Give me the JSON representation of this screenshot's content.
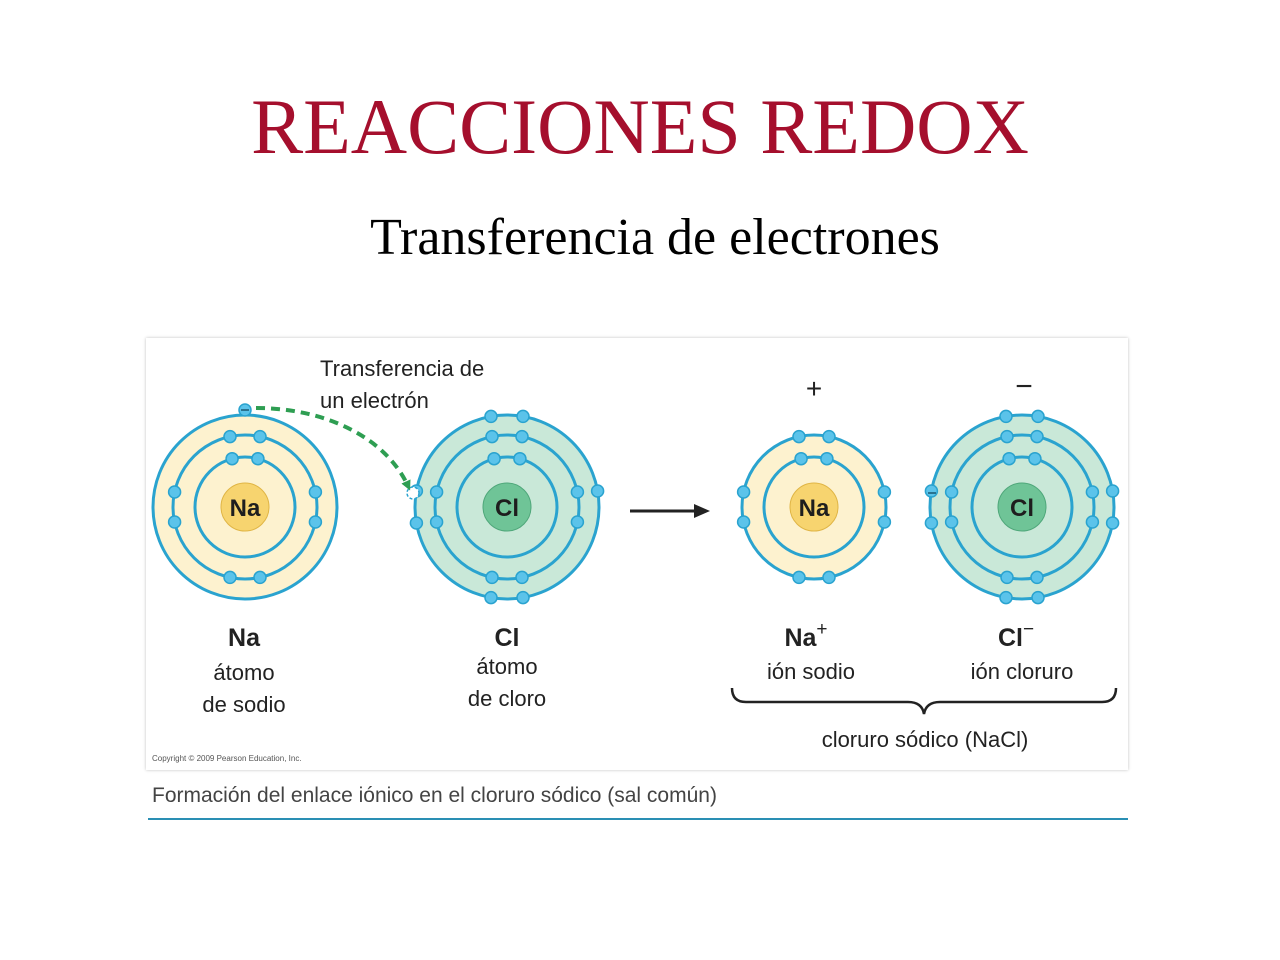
{
  "slide": {
    "title": "REACCIONES REDOX",
    "subtitle": "Transferencia de electrones"
  },
  "figure": {
    "transfer_label_line1": "Transferencia de",
    "transfer_label_line2": "un electrón",
    "copyright": "Copyright © 2009 Pearson Education, Inc.",
    "na_atom": {
      "nucleus": "Na",
      "symbol": "Na",
      "desc_line1": "átomo",
      "desc_line2": "de sodio"
    },
    "cl_atom": {
      "nucleus": "Cl",
      "symbol": "Cl",
      "desc_line1": "átomo",
      "desc_line2": "de cloro"
    },
    "na_ion": {
      "nucleus": "Na",
      "symbol": "Na",
      "charge": "+",
      "charge_top": "+",
      "desc": "ión sodio"
    },
    "cl_ion": {
      "nucleus": "Cl",
      "symbol": "Cl",
      "charge": "−",
      "charge_top": "−",
      "desc": "ión cloruro"
    },
    "compound": "cloruro sódico (NaCl)"
  },
  "caption": "Formación del enlace iónico en el cloruro sódico (sal común)",
  "colors": {
    "title": "#a50f2d",
    "shell": "#2aa3cf",
    "electron": "#5bc3ea",
    "na_fill": "#fdf2cf",
    "na_nucleus": "#f7d46f",
    "cl_fill": "#c9e8d8",
    "cl_nucleus": "#6fc497",
    "transfer_arrow": "#2e9e52"
  }
}
